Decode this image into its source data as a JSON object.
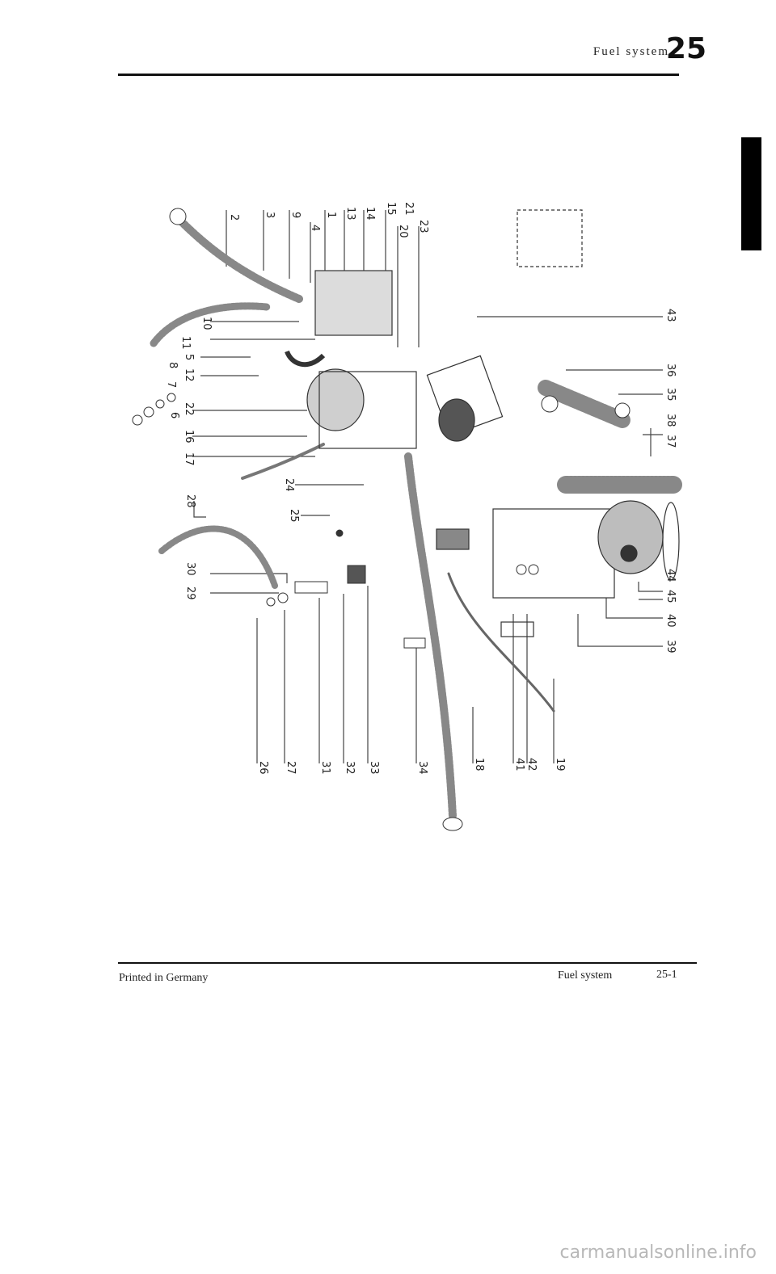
{
  "header": {
    "section_title": "Fuel system",
    "section_number": "25"
  },
  "diagram": {
    "part_labels": [
      "1",
      "2",
      "3",
      "4",
      "5",
      "6",
      "7",
      "8",
      "9",
      "10",
      "11",
      "12",
      "13",
      "14",
      "15",
      "16",
      "17",
      "18",
      "19",
      "20",
      "21",
      "22",
      "23",
      "24",
      "25",
      "26",
      "27",
      "28",
      "29",
      "30",
      "31",
      "32",
      "33",
      "34",
      "35",
      "36",
      "37",
      "38",
      "39",
      "40",
      "41",
      "42",
      "43",
      "44",
      "45"
    ]
  },
  "footer": {
    "printed_in": "Printed in Germany",
    "section_name": "Fuel system",
    "page_number": "25-1"
  },
  "watermark": "carmanualsonline.info",
  "colors": {
    "ink": "#111111",
    "tab": "#000000",
    "watermark": "#b8b8b8"
  }
}
